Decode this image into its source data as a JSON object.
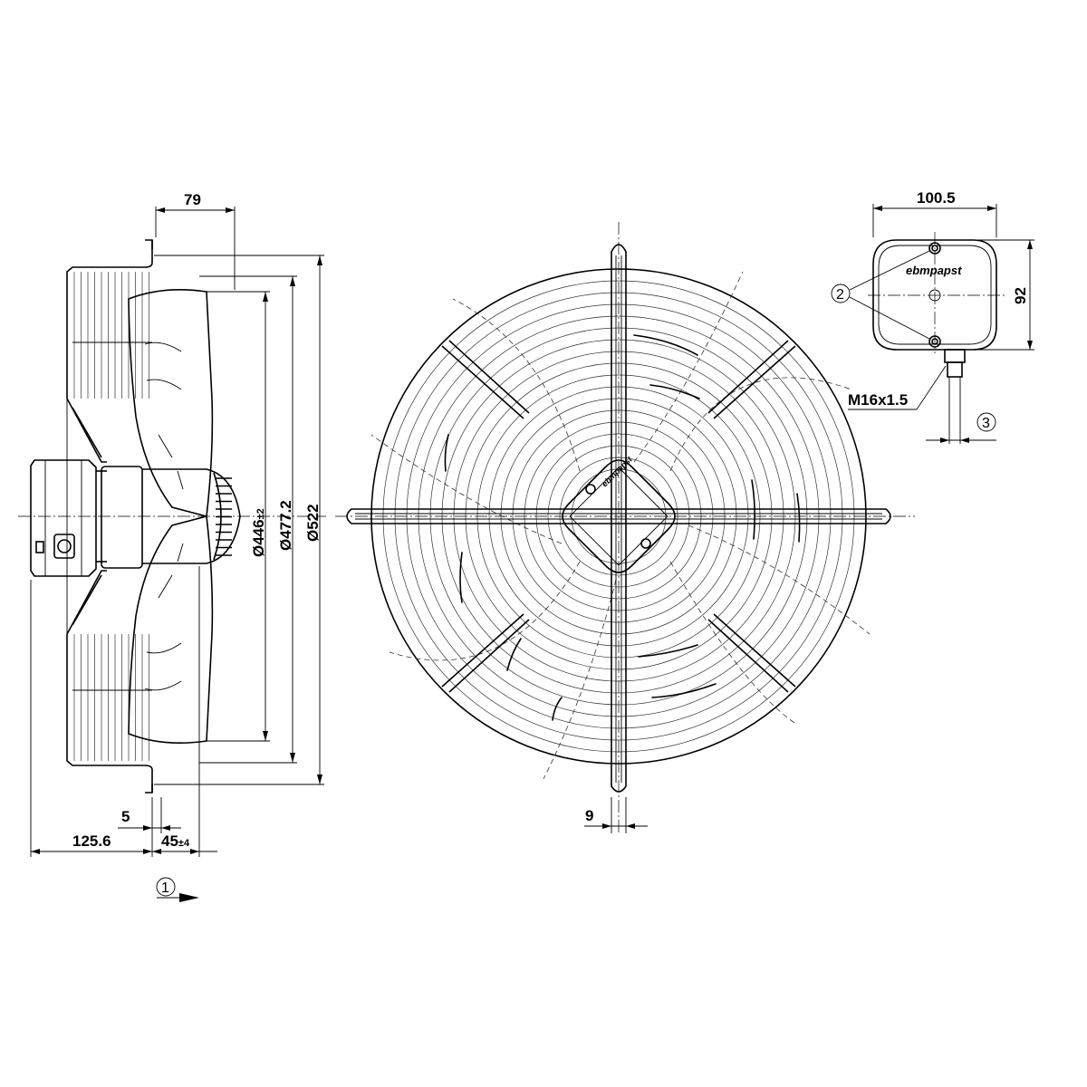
{
  "dimensions": {
    "side_width": "79",
    "diameter_inner": "Ø446",
    "diameter_inner_tol": "±2",
    "diameter_mid": "Ø477.2",
    "diameter_outer": "Ø522",
    "flange_offset": "5",
    "overall_depth": "125.6",
    "hub_depth": "45",
    "hub_depth_tol": "±4",
    "rod_offset": "9",
    "box_width": "100.5",
    "box_height": "92",
    "cable_gland": "M16x1.5"
  },
  "callouts": {
    "airflow": "1",
    "screws": "2",
    "cable": "3"
  },
  "brand_logo": "ebmpapst",
  "colors": {
    "line": "#000000",
    "background": "#ffffff"
  }
}
